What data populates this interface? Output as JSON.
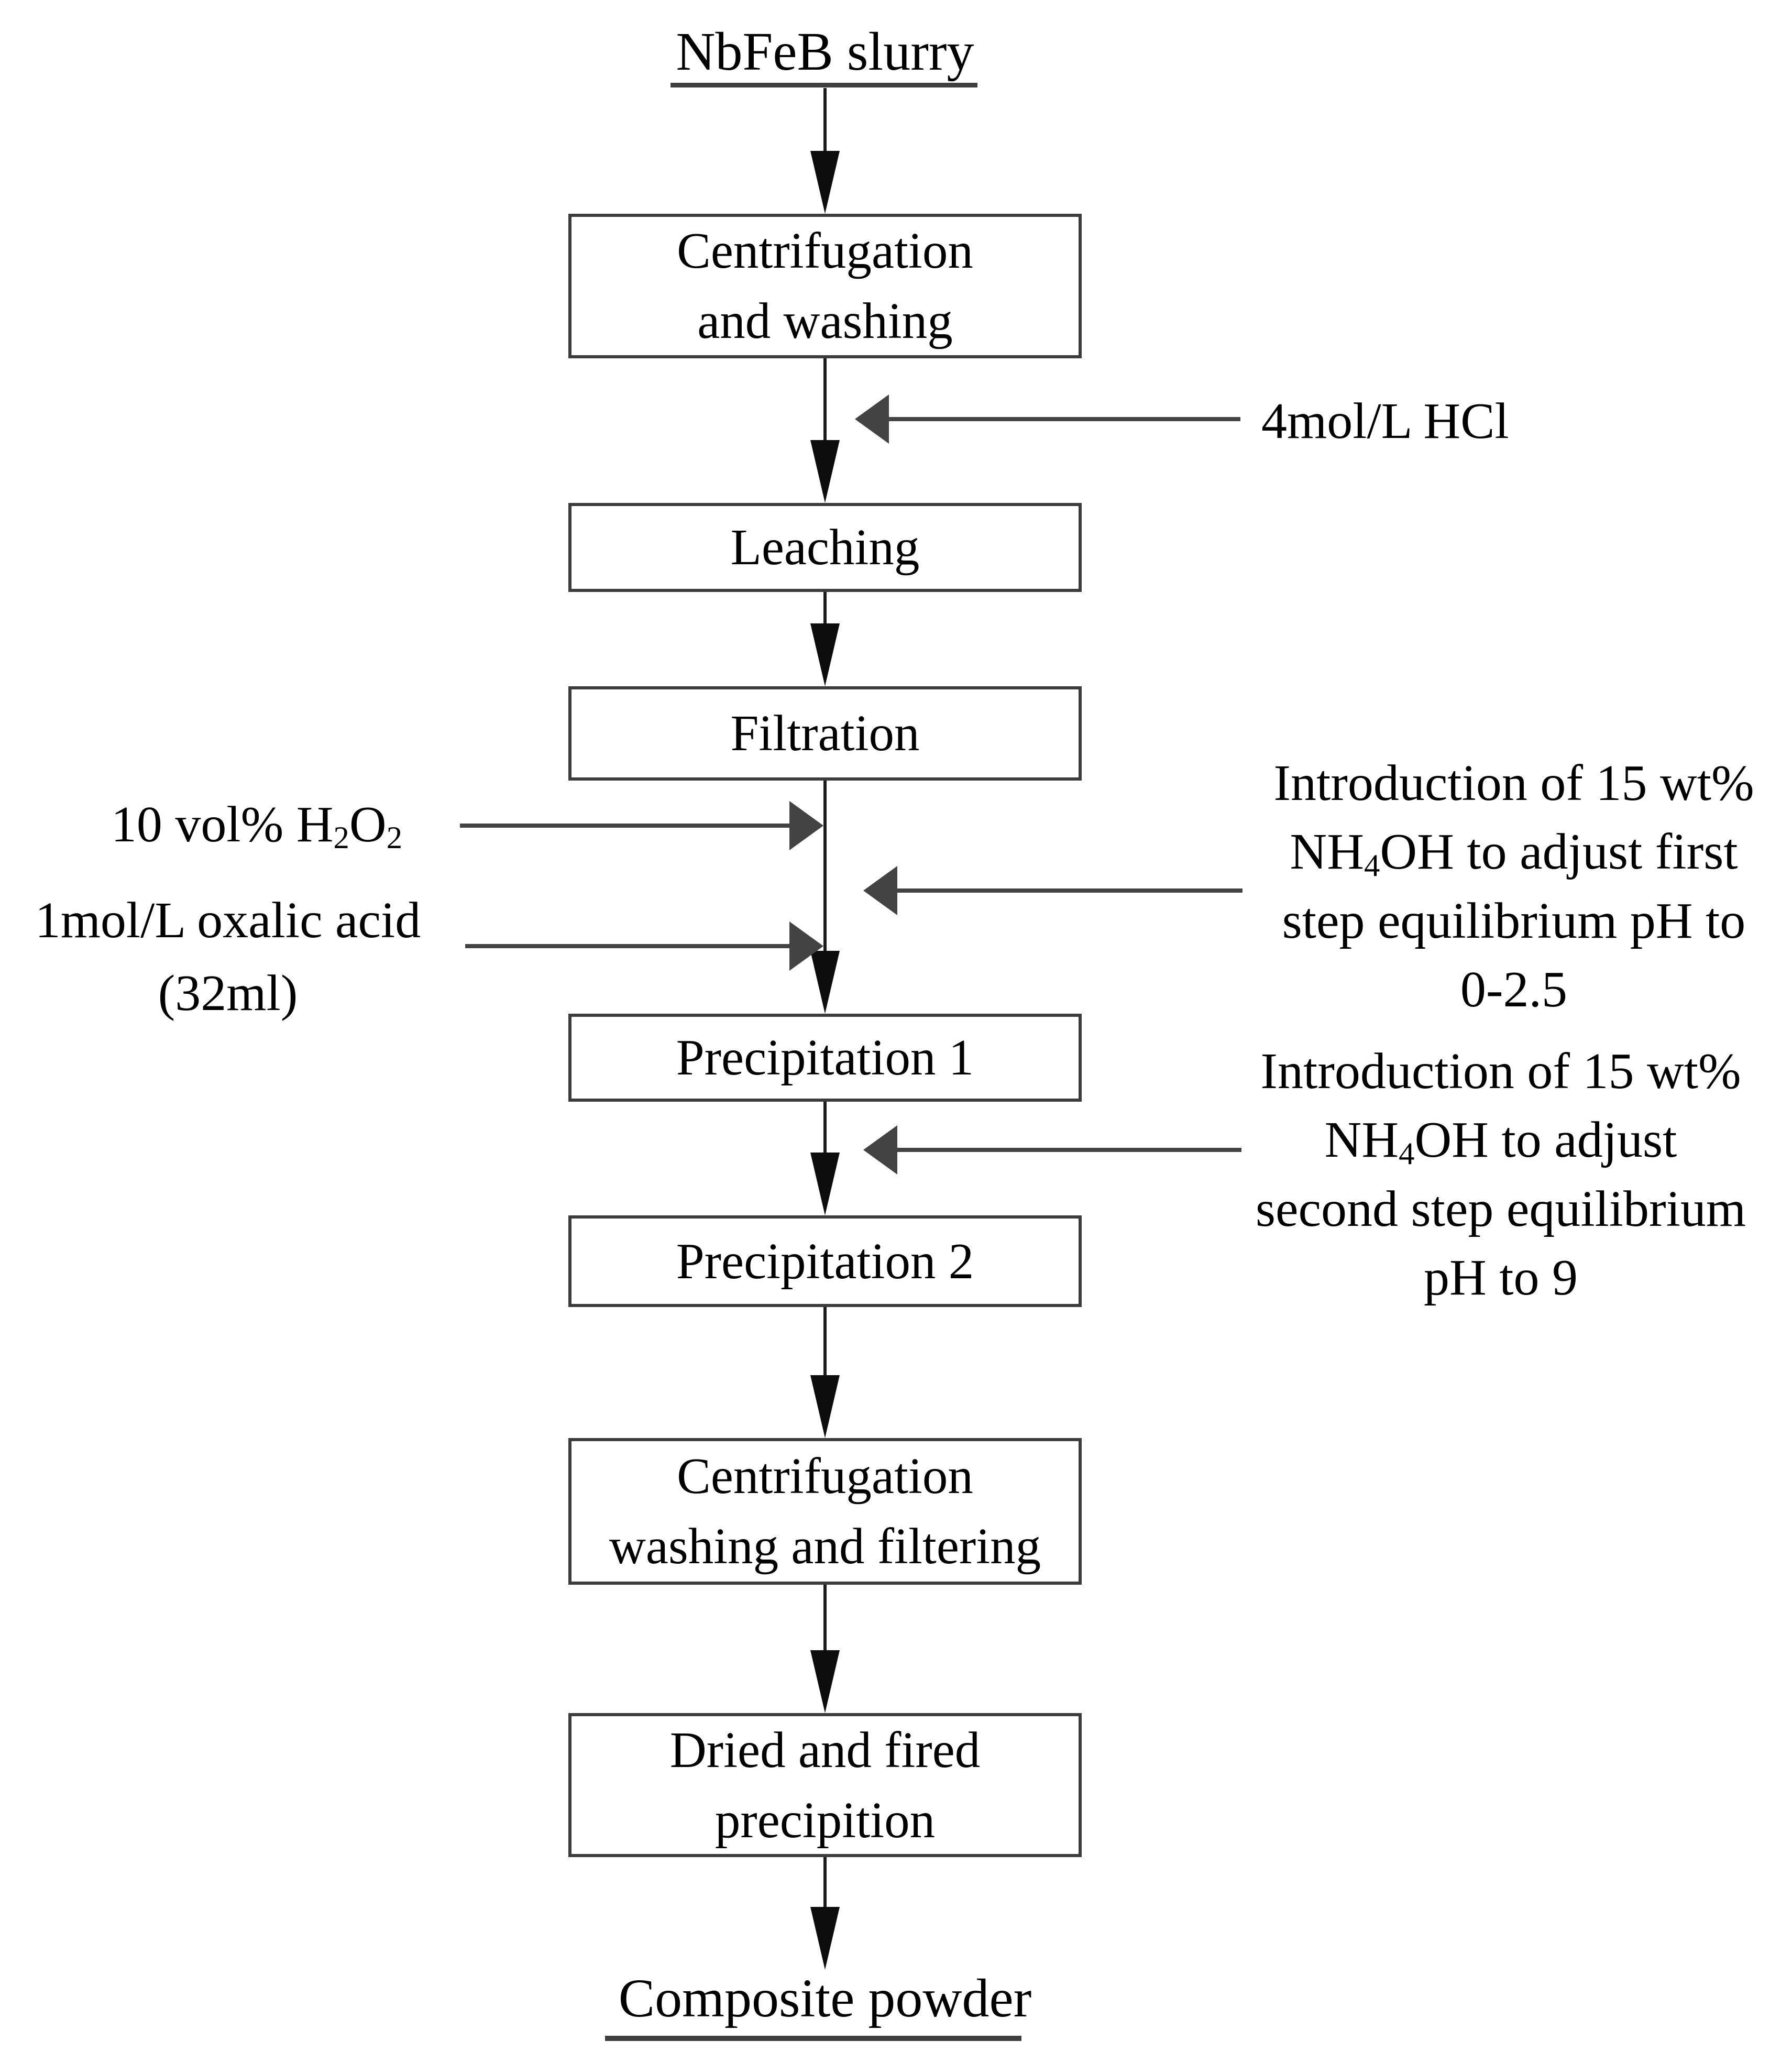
{
  "flowchart": {
    "start": "NbFeB slurry",
    "end": "Composite powder",
    "steps": {
      "centrifugation_washing": {
        "line1": "Centrifugation",
        "line2": "and washing"
      },
      "leaching": {
        "label": "Leaching"
      },
      "filtration": {
        "label": "Filtration"
      },
      "precipitation1": {
        "label": "Precipitation 1"
      },
      "precipitation2": {
        "label": "Precipitation 2"
      },
      "centrifugation_washing_filtering": {
        "line1": "Centrifugation",
        "line2": "washing and filtering"
      },
      "dried_fired": {
        "line1": "Dried and fired",
        "line2": "precipition"
      }
    },
    "reagents": {
      "hcl": "4mol/L HCl",
      "h2o2": {
        "p0": "10 vol% H",
        "s0": "2",
        "p1": "O",
        "s1": "2"
      },
      "oxalic": {
        "line1": "1mol/L oxalic acid",
        "line2": "(32ml)"
      },
      "nh4oh_first": {
        "line1": "Introduction of 15 wt%",
        "line2_p0": "NH",
        "line2_s0": "4",
        "line2_p1": "OH to adjust first",
        "line3": "step equilibrium pH to",
        "line4": "0-2.5"
      },
      "nh4oh_second": {
        "line1": "Introduction of 15 wt%",
        "line2_p0": "NH",
        "line2_s0": "4",
        "line2_p1": "OH to adjust",
        "line3": "second step equilibrium",
        "line4": "pH to 9"
      }
    },
    "colors": {
      "background": "#ffffff",
      "text": "#000000",
      "box_border": "#3c3c3c",
      "connector_line": "#1b1b1b",
      "reagent_arrow": "#434343",
      "arrowhead": "#0d0d0d"
    }
  }
}
